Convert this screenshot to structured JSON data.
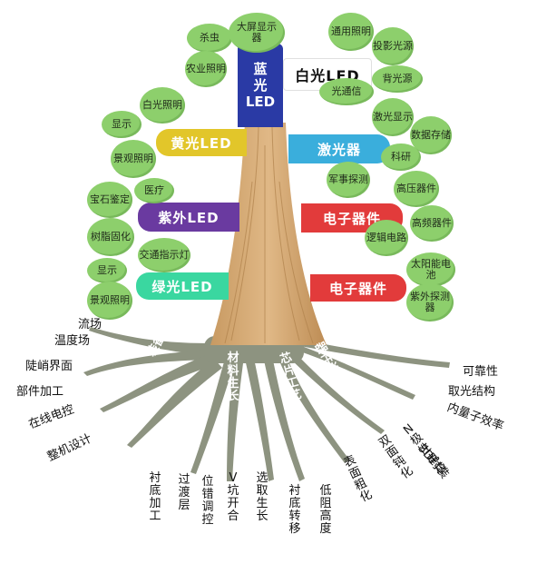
{
  "trunk_branches": {
    "blue": {
      "label": "蓝光LED",
      "lines": [
        "蓝",
        "光",
        "LED"
      ],
      "color": "#2a3aa5"
    },
    "white": {
      "label": "白光LED",
      "color": "#ffffff"
    },
    "yellow": {
      "label": "黄光LED",
      "color": "#e2c62a"
    },
    "laser": {
      "label": "激光器",
      "color": "#3aaedc"
    },
    "uv": {
      "label": "紫外LED",
      "color": "#6a3aa0"
    },
    "elec1": {
      "label": "电子器件",
      "color": "#e23b3b"
    },
    "green": {
      "label": "绿光LED",
      "color": "#3ad7a0"
    },
    "elec2": {
      "label": "电子器件",
      "color": "#e23b3b"
    }
  },
  "leaves": {
    "shachong": "杀虫",
    "dapin": "大屏显示器",
    "nongye": "农业照明",
    "tongyong": "通用照明",
    "touying": "投影光源",
    "beiguang": "背光源",
    "guangtongxin": "光通信",
    "baiguang": "白光照明",
    "xianshi1": "显示",
    "jingguan1": "景观照明",
    "jiguangxianshi": "激光显示",
    "shuju": "数据存储",
    "junshi": "军事探测",
    "keyan": "科研",
    "baoshi": "宝石鉴定",
    "yiliao": "医疗",
    "shuzhi": "树脂固化",
    "gaoya": "高压器件",
    "gaopin": "高频器件",
    "luoji": "逻辑电路",
    "jiaotong": "交通指示灯",
    "xianshi2": "显示",
    "jingguan2": "景观照明",
    "taiyang": "太阳能电池",
    "ziwai": "紫外探测器"
  },
  "roots": {
    "cat_left": "装备制造",
    "cat_mid1": "材料生长",
    "cat_mid2": "芯片工艺",
    "cat_right": "器件设计",
    "left_items": [
      "流场",
      "温度场",
      "陡峭界面",
      "部件加工",
      "在线电控",
      "整机设计"
    ],
    "mid1_items": [
      "衬底加工",
      "过渡层",
      "位错调控",
      "V坑开合",
      "选取生长"
    ],
    "mid2_items": [
      "衬底转移",
      "低阻高度",
      "表面粗化",
      "双面钝化",
      "N极性电极"
    ],
    "right_items": [
      "可靠性",
      "取光结构",
      "内量子效率",
      "3D封装"
    ]
  }
}
